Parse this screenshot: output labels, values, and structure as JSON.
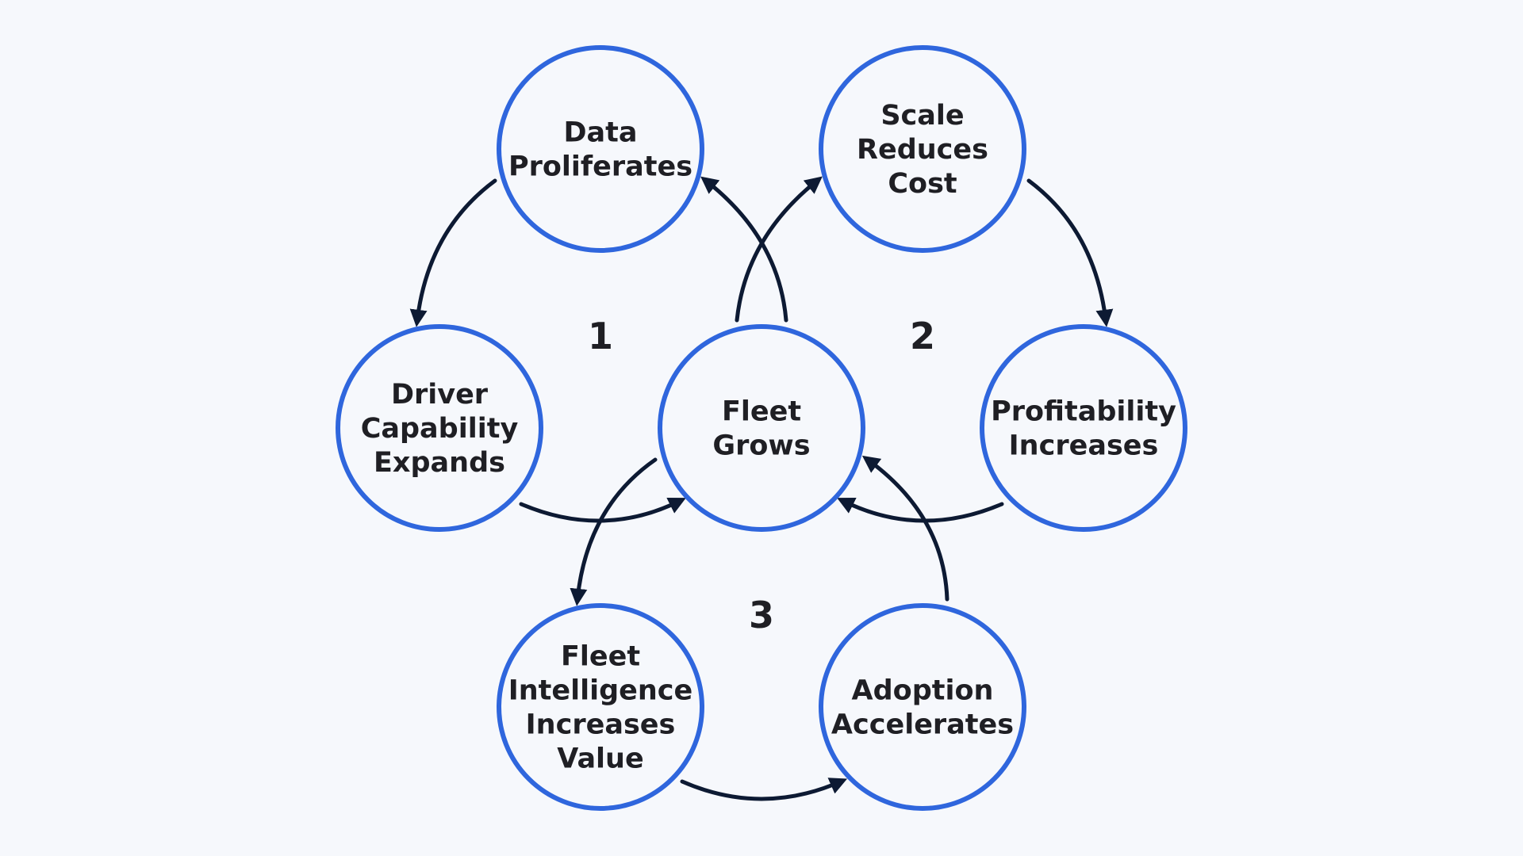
{
  "colors": {
    "background": "#f6f8fc",
    "circle_stroke": "#2f66dd",
    "arrow": "#0d1a33",
    "text": "#1f1f24"
  },
  "nodes": [
    {
      "id": "data-proliferates",
      "lines": [
        "Data",
        "Proliferates"
      ]
    },
    {
      "id": "scale-reduces-cost",
      "lines": [
        "Scale",
        "Reduces",
        "Cost"
      ]
    },
    {
      "id": "driver-capability-expands",
      "lines": [
        "Driver",
        "Capability",
        "Expands"
      ]
    },
    {
      "id": "fleet-grows",
      "lines": [
        "Fleet",
        "Grows"
      ]
    },
    {
      "id": "profitability-increases",
      "lines": [
        "Profitability",
        "Increases"
      ]
    },
    {
      "id": "fleet-intelligence-increases-value",
      "lines": [
        "Fleet",
        "Intelligence",
        "Increases",
        "Value"
      ]
    },
    {
      "id": "adoption-accelerates",
      "lines": [
        "Adoption",
        "Accelerates"
      ]
    }
  ],
  "loops": [
    {
      "id": "loop-1",
      "label": "1"
    },
    {
      "id": "loop-2",
      "label": "2"
    },
    {
      "id": "loop-3",
      "label": "3"
    }
  ],
  "edges": [
    {
      "from": "data-proliferates",
      "to": "driver-capability-expands"
    },
    {
      "from": "driver-capability-expands",
      "to": "fleet-grows"
    },
    {
      "from": "fleet-grows",
      "to": "data-proliferates"
    },
    {
      "from": "fleet-grows",
      "to": "scale-reduces-cost"
    },
    {
      "from": "scale-reduces-cost",
      "to": "profitability-increases"
    },
    {
      "from": "profitability-increases",
      "to": "fleet-grows"
    },
    {
      "from": "fleet-grows",
      "to": "fleet-intelligence-increases-value"
    },
    {
      "from": "fleet-intelligence-increases-value",
      "to": "adoption-accelerates"
    },
    {
      "from": "adoption-accelerates",
      "to": "fleet-grows"
    }
  ]
}
